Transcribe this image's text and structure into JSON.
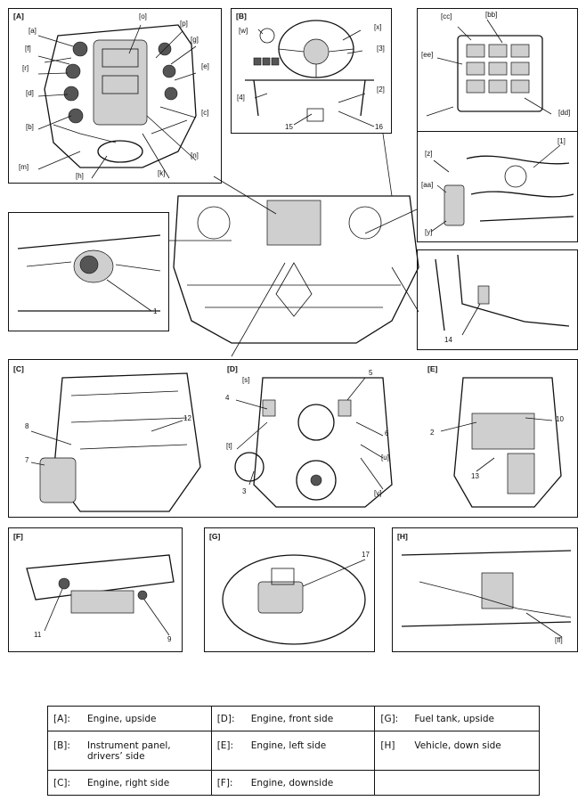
{
  "panels": {
    "A": {
      "label": "[A]",
      "callouts": [
        "[a]",
        "[f]",
        "[r]",
        "[d]",
        "[b]",
        "[m]",
        "[h]",
        "[o]",
        "[p]",
        "[g]",
        "[e]",
        "[c]",
        "[n]",
        "[k]"
      ]
    },
    "B": {
      "label": "[B]",
      "callouts": [
        "[w]",
        "[x]",
        "[3]",
        "[4]",
        "[2]",
        "15",
        "16"
      ]
    },
    "cc": {
      "callouts": [
        "[cc]",
        "[bb]",
        "[ee]",
        "[dd]"
      ]
    },
    "z": {
      "callouts": [
        "[z]",
        "[aa]",
        "[y]",
        "[1]"
      ]
    },
    "left": {
      "callouts": [
        "1"
      ]
    },
    "right": {
      "callouts": [
        "14"
      ]
    },
    "C": {
      "label": "[C]",
      "callouts": [
        "8",
        "12",
        "7"
      ]
    },
    "D": {
      "label": "[D]",
      "callouts": [
        "[s]",
        "5",
        "4",
        "[t]",
        "6",
        "[u]",
        "3",
        "[v]"
      ]
    },
    "E": {
      "label": "[E]",
      "callouts": [
        "2",
        "10",
        "13"
      ]
    },
    "F": {
      "label": "[F]",
      "callouts": [
        "11",
        "9"
      ]
    },
    "G": {
      "label": "[G]",
      "callouts": [
        "17"
      ]
    },
    "H": {
      "label": "[H]",
      "callouts": [
        "[ff]"
      ]
    }
  },
  "legend": [
    [
      {
        "key": "[A]:",
        "value": "Engine, upside"
      },
      {
        "key": "[D]:",
        "value": "Engine, front side"
      },
      {
        "key": "[G]:",
        "value": "Fuel tank, upside"
      }
    ],
    [
      {
        "key": "[B]:",
        "value": "Instrument panel,\ndrivers’ side"
      },
      {
        "key": "[E]:",
        "value": "Engine, left side"
      },
      {
        "key": "[H]",
        "value": "Vehicle, down side"
      }
    ],
    [
      {
        "key": "[C]:",
        "value": "Engine, right side"
      },
      {
        "key": "[F]:",
        "value": "Engine, downside"
      },
      {
        "key": "",
        "value": ""
      }
    ]
  ]
}
